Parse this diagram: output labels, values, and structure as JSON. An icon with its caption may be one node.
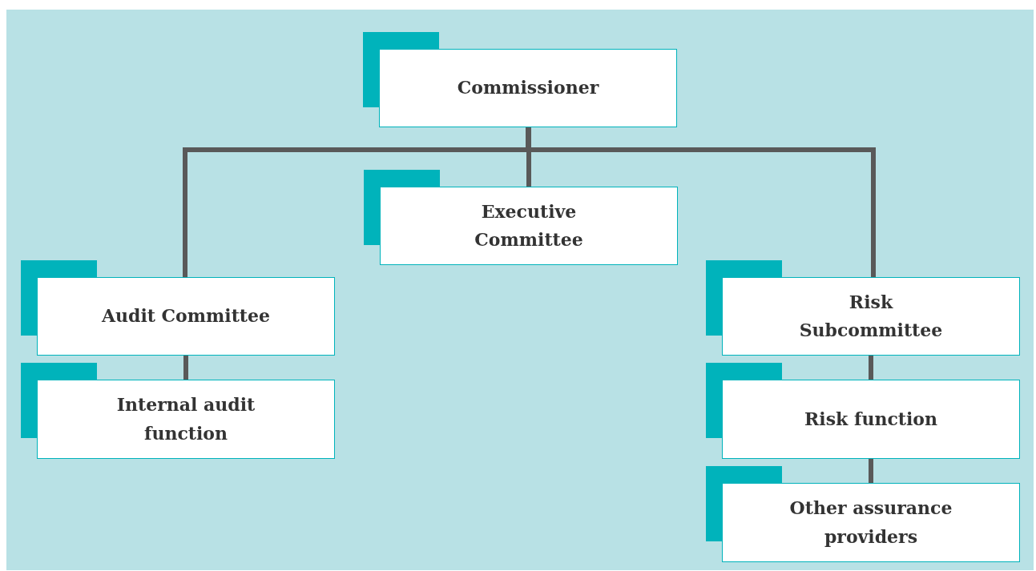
{
  "diagram": {
    "nodes": [
      {
        "text": [
          "Commissioner"
        ]
      },
      {
        "text": [
          "Executive Committee"
        ]
      },
      {
        "text": [
          "Audit Committee"
        ]
      },
      {
        "text": [
          "Internal audit function"
        ]
      },
      {
        "text": [
          "Risk Subcommittee"
        ]
      },
      {
        "text": [
          "Risk function"
        ]
      },
      {
        "text": [
          "Other assurance providers"
        ]
      }
    ],
    "edges": [
      {
        "from": 0,
        "to": 1,
        "arrow": "none"
      },
      {
        "from": 0,
        "to": 2,
        "arrow": "none"
      },
      {
        "from": 0,
        "to": 4,
        "arrow": "none"
      },
      {
        "from": 2,
        "to": 3,
        "arrow": "none"
      },
      {
        "from": 4,
        "to": 5,
        "arrow": "none"
      },
      {
        "from": 5,
        "to": 6,
        "arrow": "none"
      }
    ]
  }
}
